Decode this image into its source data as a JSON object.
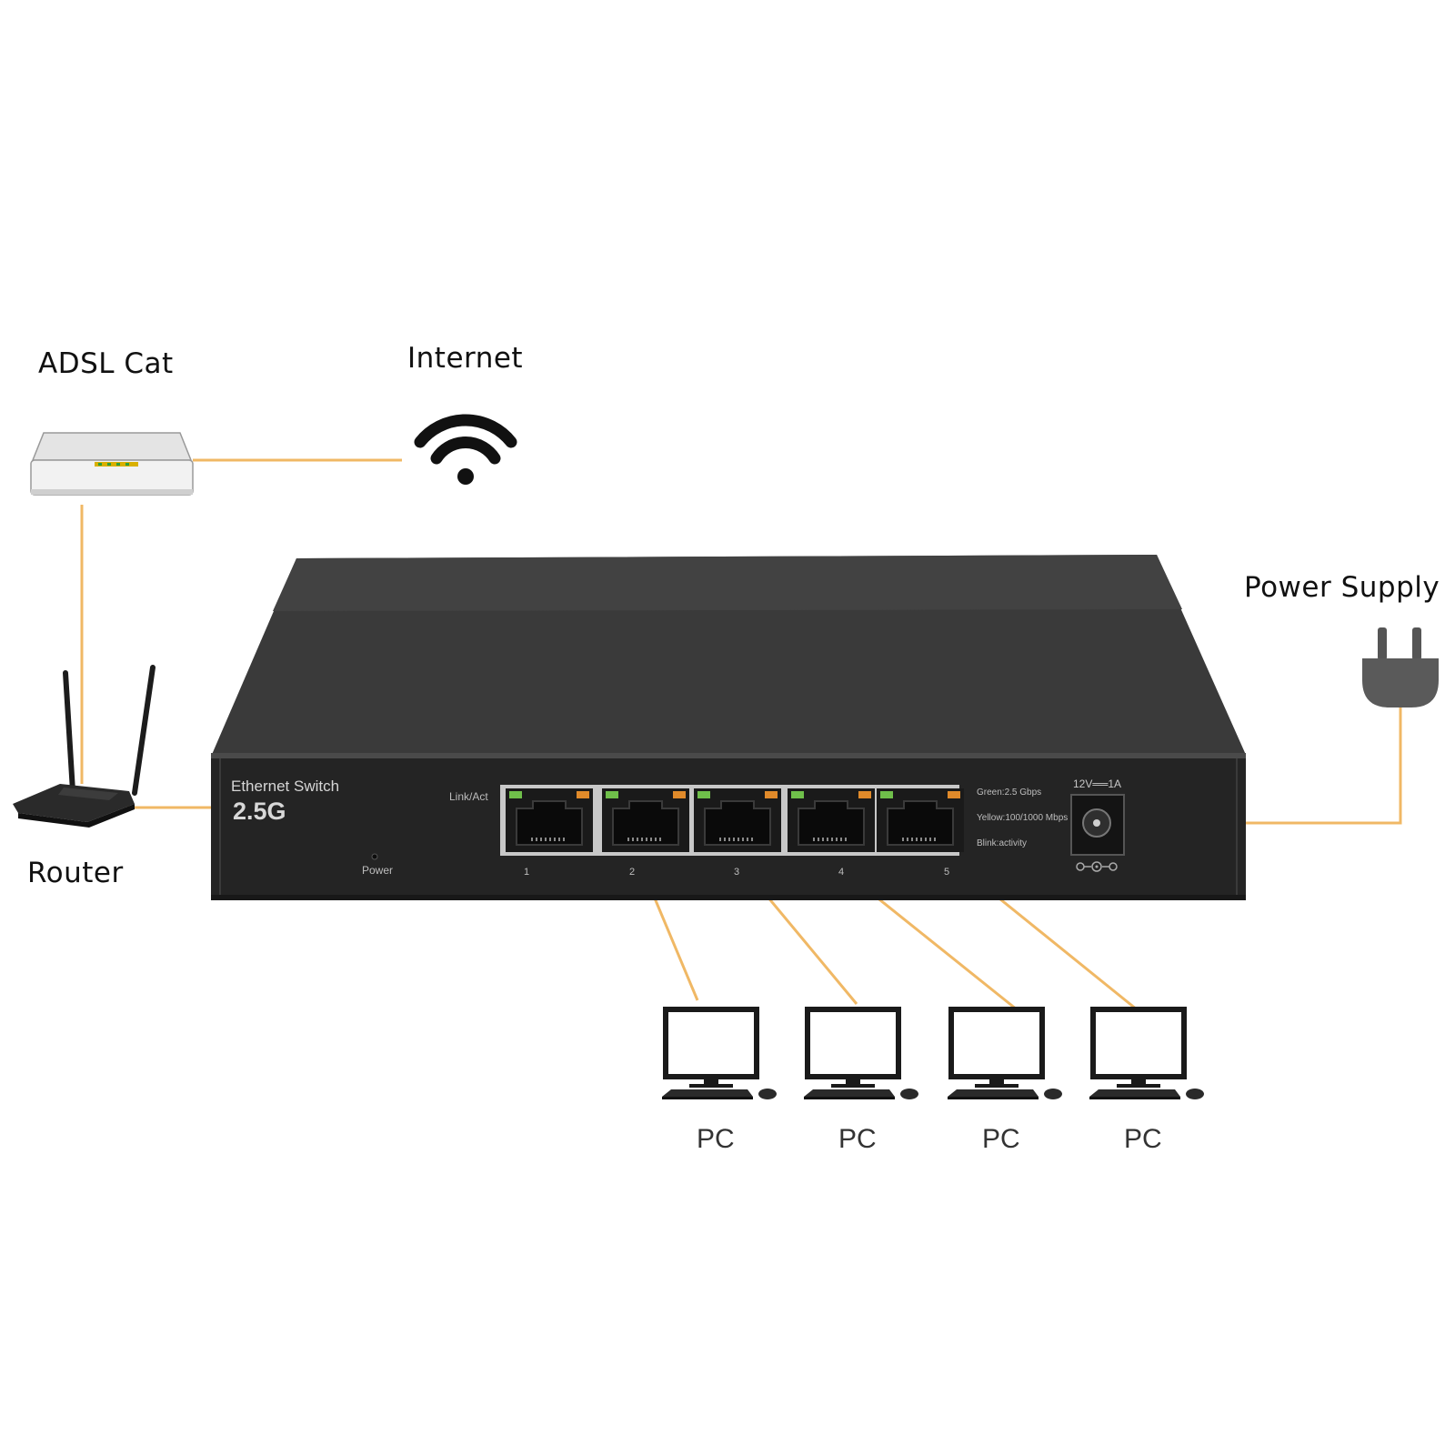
{
  "labels": {
    "adsl": "ADSL Cat",
    "internet": "Internet",
    "router": "Router",
    "power_supply": "Power Supply"
  },
  "switch": {
    "name": "Ethernet Switch",
    "model": "2.5G",
    "power_led_label": "Power",
    "link_act_label": "Link/Act",
    "legend_green": "Green:2.5 Gbps",
    "legend_yellow": "Yellow:100/1000 Mbps",
    "legend_blink": "Blink:activity",
    "dc_rating": "12V══1A",
    "ports": [
      "1",
      "2",
      "3",
      "4",
      "5"
    ]
  },
  "pcs": [
    {
      "label": "PC"
    },
    {
      "label": "PC"
    },
    {
      "label": "PC"
    },
    {
      "label": "PC"
    }
  ],
  "colors": {
    "cable": "#f0b865",
    "switch_body": "#2b2b2b",
    "switch_top": "#3a3a3a",
    "led_green": "#6fbf4a",
    "led_orange": "#e08a2a"
  },
  "icons": [
    "wifi-icon",
    "modem-icon",
    "router-icon",
    "plug-icon",
    "pc-icon",
    "dc-jack-icon"
  ]
}
